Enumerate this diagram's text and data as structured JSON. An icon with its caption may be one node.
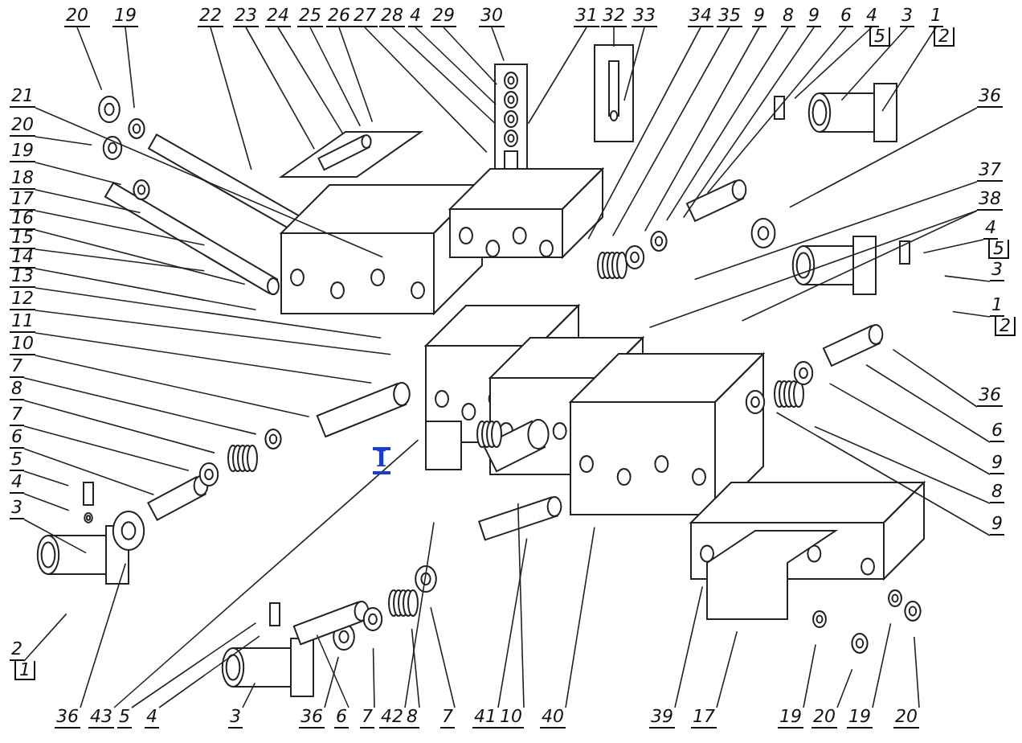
{
  "diagram": {
    "nodes": [
      {
        "text": [
          "20"
        ]
      },
      {
        "text": [
          "19"
        ]
      },
      {
        "text": [
          "22"
        ]
      },
      {
        "text": [
          "23"
        ]
      },
      {
        "text": [
          "24"
        ]
      },
      {
        "text": [
          "25"
        ]
      },
      {
        "text": [
          "26"
        ]
      },
      {
        "text": [
          "27"
        ]
      },
      {
        "text": [
          "28"
        ]
      },
      {
        "text": [
          "4"
        ]
      },
      {
        "text": [
          "29"
        ]
      },
      {
        "text": [
          "30"
        ]
      },
      {
        "text": [
          "31"
        ]
      },
      {
        "text": [
          "32"
        ]
      },
      {
        "text": [
          "33"
        ]
      },
      {
        "text": [
          "34"
        ]
      },
      {
        "text": [
          "35"
        ]
      },
      {
        "text": [
          "9"
        ]
      },
      {
        "text": [
          "8"
        ]
      },
      {
        "text": [
          "9"
        ]
      },
      {
        "text": [
          "6"
        ]
      },
      {
        "text": [
          "4",
          "5"
        ]
      },
      {
        "text": [
          "3"
        ]
      },
      {
        "text": [
          "1",
          "2"
        ]
      },
      {
        "text": [
          "36"
        ]
      },
      {
        "text": [
          "37"
        ]
      },
      {
        "text": [
          "38"
        ]
      },
      {
        "text": [
          "4",
          "5"
        ]
      },
      {
        "text": [
          "3"
        ]
      },
      {
        "text": [
          "1",
          "2"
        ]
      },
      {
        "text": [
          "36"
        ]
      },
      {
        "text": [
          "6"
        ]
      },
      {
        "text": [
          "9"
        ]
      },
      {
        "text": [
          "8"
        ]
      },
      {
        "text": [
          "9"
        ]
      },
      {
        "text": [
          "21"
        ]
      },
      {
        "text": [
          "20"
        ]
      },
      {
        "text": [
          "19"
        ]
      },
      {
        "text": [
          "18"
        ]
      },
      {
        "text": [
          "17"
        ]
      },
      {
        "text": [
          "16"
        ]
      },
      {
        "text": [
          "15"
        ]
      },
      {
        "text": [
          "14"
        ]
      },
      {
        "text": [
          "13"
        ]
      },
      {
        "text": [
          "12"
        ]
      },
      {
        "text": [
          "11"
        ]
      },
      {
        "text": [
          "10"
        ]
      },
      {
        "text": [
          "7"
        ]
      },
      {
        "text": [
          "8"
        ]
      },
      {
        "text": [
          "7"
        ]
      },
      {
        "text": [
          "6"
        ]
      },
      {
        "text": [
          "5"
        ]
      },
      {
        "text": [
          "4"
        ]
      },
      {
        "text": [
          "3"
        ]
      },
      {
        "text": [
          "2",
          "1"
        ]
      },
      {
        "text": [
          "36"
        ]
      },
      {
        "text": [
          "43"
        ]
      },
      {
        "text": [
          "5"
        ]
      },
      {
        "text": [
          "4"
        ]
      },
      {
        "text": [
          "3"
        ]
      },
      {
        "text": [
          "36"
        ]
      },
      {
        "text": [
          "6"
        ]
      },
      {
        "text": [
          "7"
        ]
      },
      {
        "text": [
          "42"
        ]
      },
      {
        "text": [
          "8"
        ]
      },
      {
        "text": [
          "7"
        ]
      },
      {
        "text": [
          "41"
        ]
      },
      {
        "text": [
          "10"
        ]
      },
      {
        "text": [
          "40"
        ]
      },
      {
        "text": [
          "39"
        ]
      },
      {
        "text": [
          "17"
        ]
      },
      {
        "text": [
          "19"
        ]
      },
      {
        "text": [
          "20"
        ]
      },
      {
        "text": [
          "19"
        ]
      },
      {
        "text": [
          "20"
        ]
      }
    ],
    "edges": [
      {
        "from": 0,
        "to": null,
        "arrow": "none"
      },
      {
        "from": 1,
        "to": null,
        "arrow": "none"
      },
      {
        "from": 2,
        "to": null,
        "arrow": "none"
      },
      {
        "from": 3,
        "to": null,
        "arrow": "none"
      },
      {
        "from": 4,
        "to": null,
        "arrow": "none"
      },
      {
        "from": 5,
        "to": null,
        "arrow": "none"
      },
      {
        "from": 6,
        "to": null,
        "arrow": "none"
      },
      {
        "from": 7,
        "to": null,
        "arrow": "none"
      },
      {
        "from": 8,
        "to": null,
        "arrow": "none"
      },
      {
        "from": 9,
        "to": null,
        "arrow": "none"
      },
      {
        "from": 10,
        "to": null,
        "arrow": "none"
      },
      {
        "from": 11,
        "to": null,
        "arrow": "none"
      },
      {
        "from": 12,
        "to": null,
        "arrow": "none"
      },
      {
        "from": 13,
        "to": null,
        "arrow": "none"
      },
      {
        "from": 14,
        "to": null,
        "arrow": "none"
      },
      {
        "from": 15,
        "to": null,
        "arrow": "none"
      },
      {
        "from": 16,
        "to": null,
        "arrow": "none"
      },
      {
        "from": 17,
        "to": null,
        "arrow": "none"
      },
      {
        "from": 18,
        "to": null,
        "arrow": "none"
      },
      {
        "from": 19,
        "to": null,
        "arrow": "none"
      },
      {
        "from": 20,
        "to": null,
        "arrow": "none"
      },
      {
        "from": 21,
        "to": null,
        "arrow": "none"
      },
      {
        "from": 22,
        "to": null,
        "arrow": "none"
      },
      {
        "from": 23,
        "to": null,
        "arrow": "none"
      },
      {
        "from": 24,
        "to": null,
        "arrow": "none"
      },
      {
        "from": 25,
        "to": null,
        "arrow": "none"
      },
      {
        "from": 26,
        "to": null,
        "arrow": "none"
      },
      {
        "from": 26,
        "to": null,
        "arrow": "none"
      },
      {
        "from": 27,
        "to": null,
        "arrow": "none"
      },
      {
        "from": 28,
        "to": null,
        "arrow": "none"
      },
      {
        "from": 29,
        "to": null,
        "arrow": "none"
      },
      {
        "from": 30,
        "to": null,
        "arrow": "none"
      },
      {
        "from": 31,
        "to": null,
        "arrow": "none"
      },
      {
        "from": 32,
        "to": null,
        "arrow": "none"
      },
      {
        "from": 33,
        "to": null,
        "arrow": "none"
      },
      {
        "from": 34,
        "to": null,
        "arrow": "none"
      },
      {
        "from": 35,
        "to": null,
        "arrow": "none"
      },
      {
        "from": 36,
        "to": null,
        "arrow": "none"
      },
      {
        "from": 37,
        "to": null,
        "arrow": "none"
      },
      {
        "from": 38,
        "to": null,
        "arrow": "none"
      },
      {
        "from": 39,
        "to": null,
        "arrow": "none"
      },
      {
        "from": 40,
        "to": null,
        "arrow": "none"
      },
      {
        "from": 41,
        "to": null,
        "arrow": "none"
      },
      {
        "from": 42,
        "to": null,
        "arrow": "none"
      },
      {
        "from": 43,
        "to": null,
        "arrow": "none"
      },
      {
        "from": 44,
        "to": null,
        "arrow": "none"
      },
      {
        "from": 45,
        "to": null,
        "arrow": "none"
      },
      {
        "from": 46,
        "to": null,
        "arrow": "none"
      },
      {
        "from": 47,
        "to": null,
        "arrow": "none"
      },
      {
        "from": 48,
        "to": null,
        "arrow": "none"
      },
      {
        "from": 49,
        "to": null,
        "arrow": "none"
      },
      {
        "from": 50,
        "to": null,
        "arrow": "none"
      },
      {
        "from": 51,
        "to": null,
        "arrow": "none"
      },
      {
        "from": 52,
        "to": null,
        "arrow": "none"
      },
      {
        "from": 53,
        "to": null,
        "arrow": "none"
      },
      {
        "from": 54,
        "to": null,
        "arrow": "none"
      },
      {
        "from": 55,
        "to": null,
        "arrow": "none"
      },
      {
        "from": 56,
        "to": null,
        "arrow": "none"
      },
      {
        "from": 57,
        "to": null,
        "arrow": "none"
      },
      {
        "from": 58,
        "to": null,
        "arrow": "none"
      },
      {
        "from": 59,
        "to": null,
        "arrow": "none"
      },
      {
        "from": 60,
        "to": null,
        "arrow": "none"
      },
      {
        "from": 61,
        "to": null,
        "arrow": "none"
      },
      {
        "from": 62,
        "to": null,
        "arrow": "none"
      },
      {
        "from": 63,
        "to": null,
        "arrow": "none"
      },
      {
        "from": 64,
        "to": null,
        "arrow": "none"
      },
      {
        "from": 65,
        "to": null,
        "arrow": "none"
      },
      {
        "from": 66,
        "to": null,
        "arrow": "none"
      },
      {
        "from": 67,
        "to": null,
        "arrow": "none"
      },
      {
        "from": 68,
        "to": null,
        "arrow": "none"
      },
      {
        "from": 69,
        "to": null,
        "arrow": "none"
      },
      {
        "from": 70,
        "to": null,
        "arrow": "none"
      },
      {
        "from": 71,
        "to": null,
        "arrow": "none"
      },
      {
        "from": 72,
        "to": null,
        "arrow": "none"
      },
      {
        "from": 73,
        "to": null,
        "arrow": "none"
      },
      {
        "from": 74,
        "to": null,
        "arrow": "none"
      }
    ],
    "labels": [
      "I"
    ]
  }
}
